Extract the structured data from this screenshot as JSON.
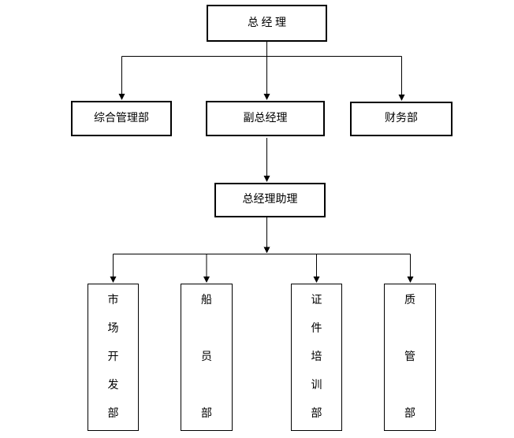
{
  "diagram": {
    "type": "org-chart",
    "colors": {
      "background": "#ffffff",
      "line": "#000000",
      "box_border": "#000000",
      "text": "#000000"
    },
    "nodes": {
      "general_manager": {
        "label": "总 经 理"
      },
      "admin_dept": {
        "label": "综合管理部"
      },
      "deputy_gm": {
        "label": "副总经理"
      },
      "finance_dept": {
        "label": "财务部"
      },
      "gm_assistant": {
        "label": "总经理助理"
      },
      "market_dev_dept": {
        "label": "市场开发部"
      },
      "crew_dept": {
        "label": "船员部"
      },
      "cert_training_dept": {
        "label": "证件培训部"
      },
      "quality_dept": {
        "label": "质管部"
      }
    },
    "edges": [
      {
        "from": "总 经 理",
        "to": "综合管理部"
      },
      {
        "from": "总 经 理",
        "to": "副总经理"
      },
      {
        "from": "总 经 理",
        "to": "财务部"
      },
      {
        "from": "副总经理",
        "to": "总经理助理"
      },
      {
        "from": "总经理助理",
        "to": "市场开发部"
      },
      {
        "from": "总经理助理",
        "to": "船员部"
      },
      {
        "from": "总经理助理",
        "to": "证件培训部"
      },
      {
        "from": "总经理助理",
        "to": "质管部"
      }
    ]
  }
}
